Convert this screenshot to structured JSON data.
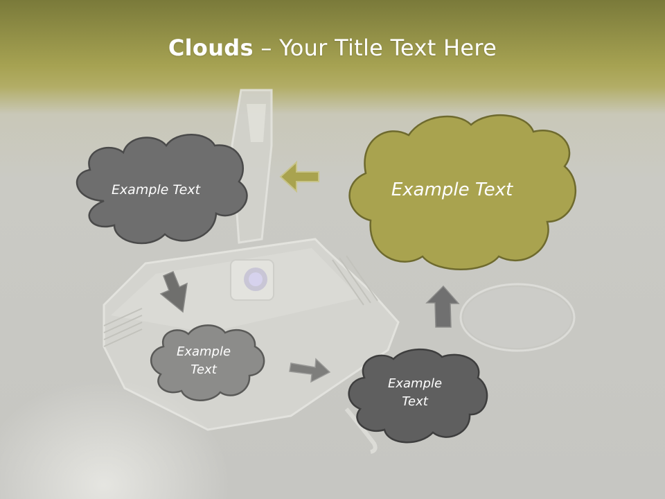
{
  "title": {
    "bold": "Clouds",
    "separator": " – ",
    "rest": "Your Title Text Here"
  },
  "clouds": [
    {
      "id": "top-left",
      "label": "Example Text",
      "color": "#6e6e6e"
    },
    {
      "id": "top-right",
      "label": "Example Text",
      "color": "#a9a34f"
    },
    {
      "id": "bottom-left",
      "label": "Example\nText",
      "color": "#8c8c8a"
    },
    {
      "id": "bottom-right",
      "label": "Example\nText",
      "color": "#5f5f5f"
    }
  ],
  "colors": {
    "header_band": "#a6a252",
    "olive_arrow": "#a9a34f",
    "gray_arrow": "#7a7a78",
    "background": "#c9c9c5"
  }
}
